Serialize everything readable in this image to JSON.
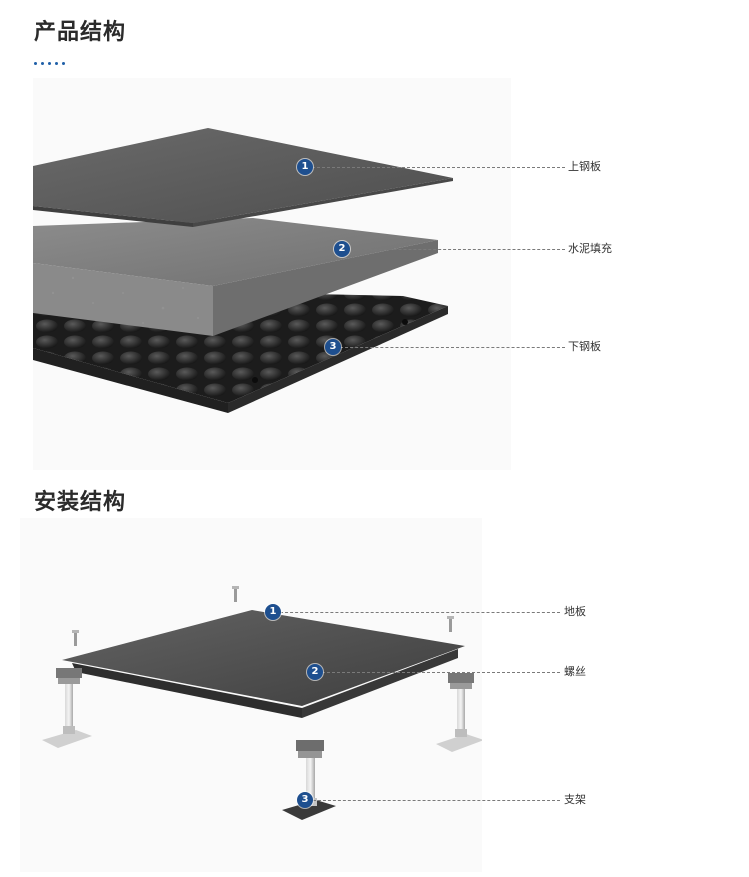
{
  "product_structure": {
    "title": "产品结构",
    "callouts": [
      {
        "number": "1",
        "label": "上钢板"
      },
      {
        "number": "2",
        "label": "水泥填充"
      },
      {
        "number": "3",
        "label": "下钢板"
      }
    ]
  },
  "install_structure": {
    "title": "安装结构",
    "callouts": [
      {
        "number": "1",
        "label": "地板"
      },
      {
        "number": "2",
        "label": "螺丝"
      },
      {
        "number": "3",
        "label": "支架"
      }
    ]
  },
  "colors": {
    "accent": "#1f5fa8",
    "marker": "#1e4f8f",
    "steel_top": "#5d5d5d",
    "cement": "#7f7f7f",
    "steel_bottom": "#2a2a2a"
  }
}
